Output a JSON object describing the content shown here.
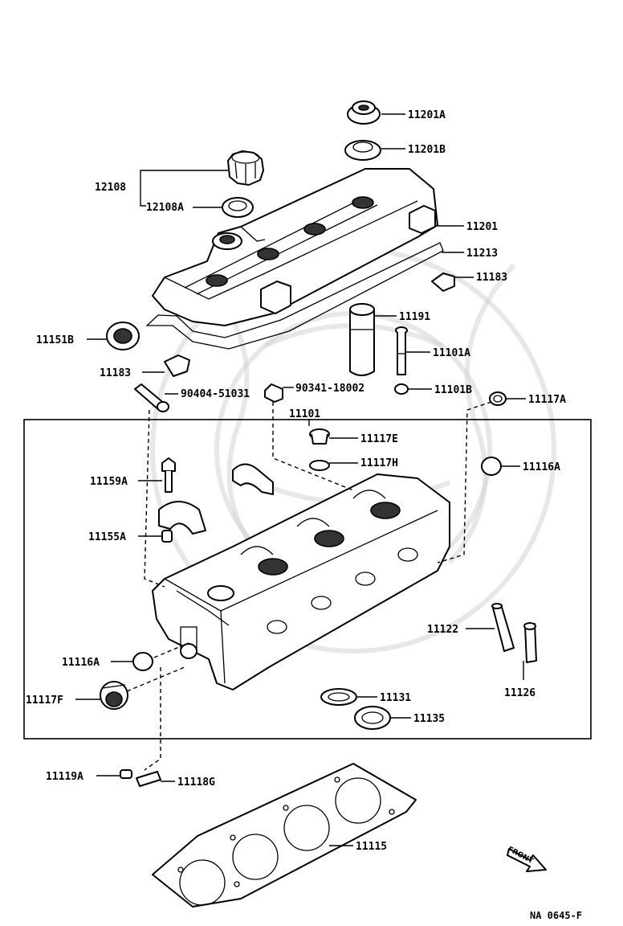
{
  "diagram": {
    "callouts": [
      {
        "id": "11201A",
        "text": "11201A"
      },
      {
        "id": "11201B",
        "text": "11201B"
      },
      {
        "id": "12108",
        "text": "12108"
      },
      {
        "id": "12108A",
        "text": "12108A"
      },
      {
        "id": "11201",
        "text": "11201"
      },
      {
        "id": "11213",
        "text": "11213"
      },
      {
        "id": "11183-right",
        "text": "11183"
      },
      {
        "id": "11191",
        "text": "11191"
      },
      {
        "id": "11151B",
        "text": "11151B"
      },
      {
        "id": "11101A",
        "text": "11101A"
      },
      {
        "id": "11183-left",
        "text": "11183"
      },
      {
        "id": "90404-51031",
        "text": "90404-51031"
      },
      {
        "id": "90341-18002",
        "text": "90341-18002"
      },
      {
        "id": "11101B",
        "text": "11101B"
      },
      {
        "id": "11117A",
        "text": "11117A"
      },
      {
        "id": "11101",
        "text": "11101"
      },
      {
        "id": "11117E",
        "text": "11117E"
      },
      {
        "id": "11117H",
        "text": "11117H"
      },
      {
        "id": "11116A-right",
        "text": "11116A"
      },
      {
        "id": "11159A",
        "text": "11159A"
      },
      {
        "id": "11155A",
        "text": "11155A"
      },
      {
        "id": "11122",
        "text": "11122"
      },
      {
        "id": "11116A-left",
        "text": "11116A"
      },
      {
        "id": "11126",
        "text": "11126"
      },
      {
        "id": "11117F",
        "text": "11117F"
      },
      {
        "id": "11131",
        "text": "11131"
      },
      {
        "id": "11135",
        "text": "11135"
      },
      {
        "id": "11119A",
        "text": "11119A"
      },
      {
        "id": "11118G",
        "text": "11118G"
      },
      {
        "id": "11115",
        "text": "11115"
      }
    ],
    "front_arrow_label": "FRONT",
    "figure_code": "NA 0645-F"
  }
}
